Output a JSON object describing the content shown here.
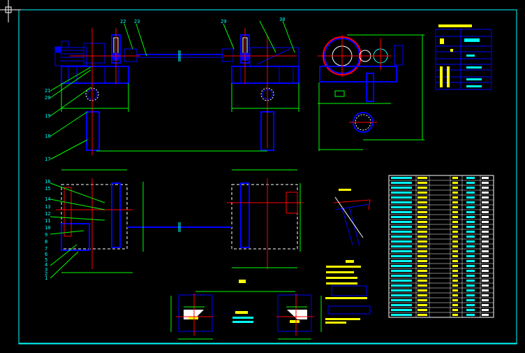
{
  "viewport": {
    "background": "#000000",
    "border_color": "#00ffff",
    "cursor": "crosshair"
  },
  "colors": {
    "outline": "#0000ff",
    "centerline": "#ff0000",
    "dimension": "#00ff00",
    "text": "#ffff00",
    "label": "#00ffff",
    "highlight": "#ffffff"
  },
  "balloons": {
    "top_view": [
      "22",
      "23",
      "29",
      "30"
    ],
    "left_leaders": [
      "21",
      "20",
      "19",
      "18",
      "17"
    ],
    "plan_view": [
      "16",
      "15",
      "14",
      "13",
      "12",
      "11",
      "10",
      "9",
      "8",
      "7",
      "6",
      "5",
      "4",
      "3",
      "2",
      "1"
    ]
  }
}
